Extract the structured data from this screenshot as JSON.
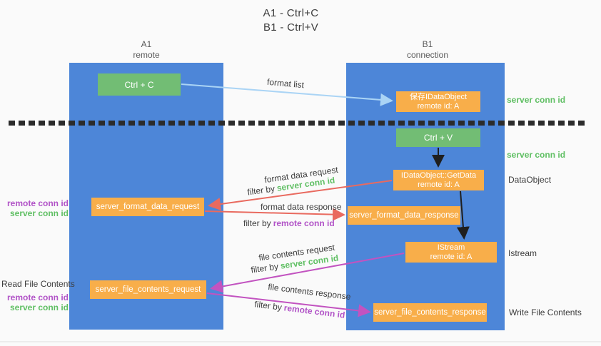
{
  "title": {
    "line1": "A1 - Ctrl+C",
    "line2": "B1 - Ctrl+V"
  },
  "columns": {
    "left": {
      "name": "A1",
      "role": "remote"
    },
    "right": {
      "name": "B1",
      "role": "connection"
    }
  },
  "boxes": {
    "ctrl_c": {
      "label": "Ctrl + C"
    },
    "save_idataobject": {
      "line1": "保存IDataObject",
      "line2": "remote id: A"
    },
    "ctrl_v": {
      "label": "Ctrl + V"
    },
    "getdata": {
      "line1": "IDataObject::GetData",
      "line2": "remote id: A"
    },
    "format_request": {
      "label": "server_format_data_request"
    },
    "format_response": {
      "label": "server_format_data_response"
    },
    "istream": {
      "line1": "IStream",
      "line2": "remote id: A"
    },
    "file_request": {
      "label": "server_file_contents_request"
    },
    "file_response": {
      "label": "server_file_contents_response"
    }
  },
  "edge_labels": {
    "format_list": "format list",
    "format_data_request": "format data request",
    "filter_format_request": {
      "prefix": "filter by",
      "id": "server conn id"
    },
    "format_data_response": "format data response",
    "filter_format_response": {
      "prefix": "filter by",
      "id": "remote conn id"
    },
    "file_contents_request": "file contents request",
    "filter_file_request": {
      "prefix": "filter by",
      "id": "server conn id"
    },
    "file_contents_response": "file contents response",
    "filter_file_response": {
      "prefix": "filter by",
      "id": "remote conn id"
    }
  },
  "side_labels": {
    "right": {
      "server_conn_id_top": "server conn id",
      "server_conn_id_mid": "server conn id",
      "dataobject": "DataObject",
      "istream": "Istream",
      "write_file_contents": "Write File Contents"
    },
    "left": {
      "remote_conn_id_1": "remote conn id",
      "server_conn_id_1": "server conn id",
      "read_file_contents": "Read File Contents",
      "remote_conn_id_2": "remote conn id",
      "server_conn_id_2": "server conn id"
    }
  },
  "colors": {
    "lifeline_blue": "#4d86d8",
    "box_green": "#72bd74",
    "box_orange": "#f8ae4a",
    "label_green": "#5fbf63",
    "label_purple": "#b153c7",
    "arrow_red": "#e96a5f",
    "arrow_magenta": "#c253c0",
    "arrow_lightblue": "#aad4f5",
    "arrow_black": "#1f1f1f",
    "background": "#fafafa"
  }
}
